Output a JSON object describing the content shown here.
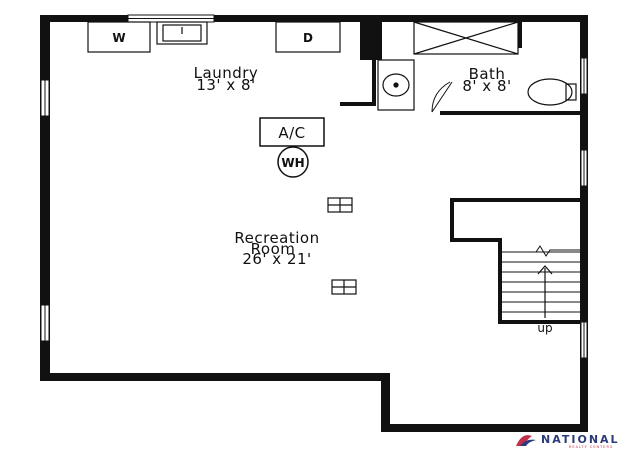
{
  "rooms": {
    "laundry": {
      "name": "Laundry",
      "size": "13' x 8'"
    },
    "bath": {
      "name": "Bath",
      "size": "8' x 8'"
    },
    "recreation": {
      "name": "Recreation",
      "name2": "Room",
      "size": "26' x 21'"
    }
  },
  "fixtures": {
    "washer": "W",
    "dryer": "D",
    "ac": "A/C",
    "water_heater": "WH"
  },
  "stairs": {
    "label": "up"
  },
  "logo": {
    "name": "NATIONAL",
    "sub": "REALTY CENTERS"
  }
}
